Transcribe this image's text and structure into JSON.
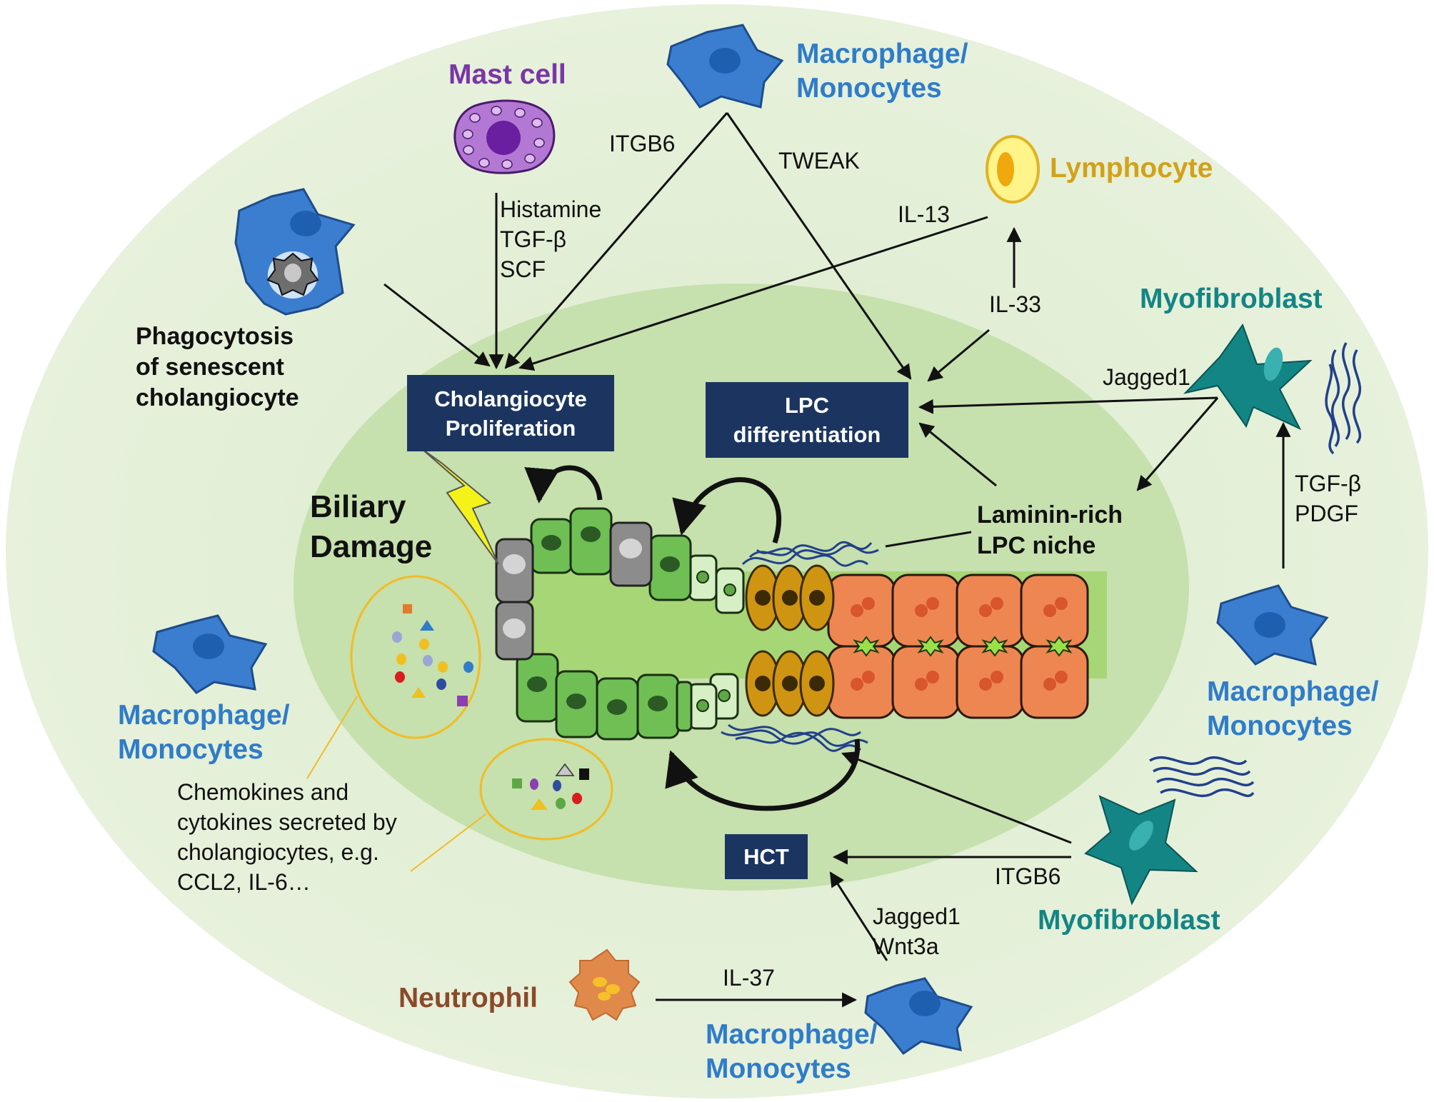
{
  "colors": {
    "outer_bg": "#e3efd5",
    "inner_bg": "#c6e0ae",
    "box": "#1c3560",
    "macrophage": "#2f7cc9",
    "myofibroblast": "#138585",
    "lymphocyte": "#d1a219",
    "mast_cell": "#7a36a6",
    "neutrophil": "#8a4a2a",
    "hepatocyte": "#ee8652",
    "cholangiocyte": "#5ea844",
    "lpc": "#cf9412",
    "senescent": "#8c8c8c"
  },
  "cells": {
    "mast_cell": "Mast cell",
    "macrophage_top": [
      "Macrophage/",
      "Monocytes"
    ],
    "lymphocyte": "Lymphocyte",
    "myofibroblast_top": "Myofibroblast",
    "macrophage_right": [
      "Macrophage/",
      "Monocytes"
    ],
    "macrophage_left": [
      "Macrophage/",
      "Monocytes"
    ],
    "myofibroblast_bottom": "Myofibroblast",
    "neutrophil": "Neutrophil",
    "macrophage_bottom": [
      "Macrophage/",
      "Monocytes"
    ]
  },
  "processes": {
    "phagocytosis": [
      "Phagocytosis",
      "of senescent",
      "cholangiocyte"
    ],
    "biliary_damage": [
      "Biliary",
      "Damage"
    ],
    "laminin_niche": [
      "Laminin-rich",
      "LPC niche"
    ],
    "chemokines": [
      "Chemokines and",
      "cytokines secreted by",
      "cholangiocytes, e.g.",
      "CCL2, IL-6…"
    ]
  },
  "boxes": {
    "cholangiocyte_proliferation": [
      "Cholangiocyte",
      "Proliferation"
    ],
    "lpc_differentiation": [
      "LPC",
      "differentiation"
    ],
    "hct": "HCT"
  },
  "signals": {
    "itgb6_top": "ITGB6",
    "tweak": "TWEAK",
    "mast_factors": [
      "Histamine",
      "TGF-β",
      "SCF"
    ],
    "il13": "IL-13",
    "il33": "IL-33",
    "jagged1_top": "Jagged1",
    "tgfb_pdgf": [
      "TGF-β",
      "PDGF"
    ],
    "itgb6_bottom": "ITGB6",
    "jagged1_wnt3a": [
      "Jagged1",
      "Wnt3a"
    ],
    "il37": "IL-37"
  }
}
